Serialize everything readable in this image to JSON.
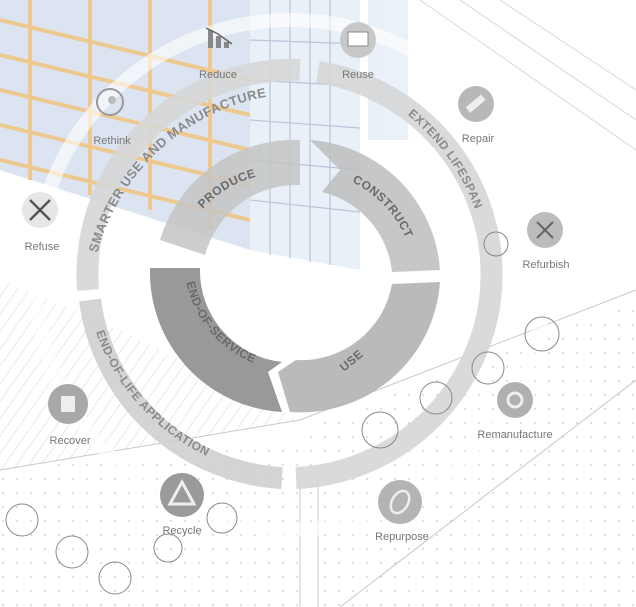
{
  "outer_arcs": {
    "smarter": "SMARTER USE AND MANUFACTURE",
    "extend": "EXTEND LIFESPAN",
    "end_of_life": "END-OF-LIFE APPLICATION"
  },
  "segments": {
    "produce": "PRODUCE",
    "construct": "CONSTRUCT",
    "use": "USE",
    "end_of_service": "END-OF-SERVICE"
  },
  "strategies": {
    "reduce": "Reduce",
    "reuse": "Reuse",
    "rethink": "Rethink",
    "repair": "Repair",
    "refuse": "Refuse",
    "refurbish": "Refurbish",
    "remanufacture": "Remanufacture",
    "recover": "Recover",
    "recycle": "Recycle",
    "repurpose": "Repurpose"
  },
  "colors": {
    "building_frame": "#e8b86a",
    "glass": "#cfdcec",
    "arc_gray": "#d6d6d6",
    "segment_light": "#bcbcbc",
    "segment_dark": "#8e8e8e",
    "icon_gray": "#9a9a9a"
  }
}
